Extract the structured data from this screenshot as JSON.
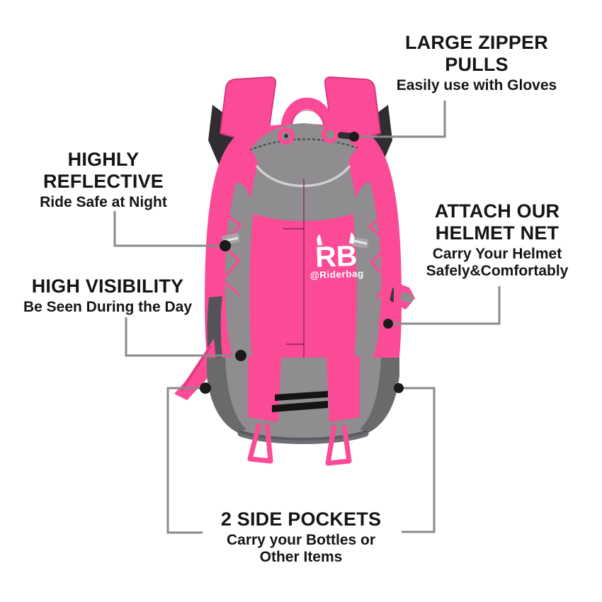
{
  "brand": {
    "initials": "RB",
    "handle": "@Riderbag"
  },
  "callouts": {
    "zipper": {
      "title": "LARGE ZIPPER PULLS",
      "subtitle": "Easily use with Gloves"
    },
    "reflective": {
      "title": "HIGHLY REFLECTIVE",
      "subtitle": "Ride Safe at Night"
    },
    "visibility": {
      "title": "HIGH VISIBILITY",
      "subtitle": "Be Seen During the Day"
    },
    "helmet": {
      "title": "ATTACH OUR HELMET NET",
      "subtitle": "Carry Your Helmet Safely&Comfortably"
    },
    "pockets": {
      "title": "2 SIDE POCKETS",
      "subtitle": "Carry your Bottles or Other Items"
    }
  },
  "colors": {
    "pink": "#fb4b97",
    "pink_dark": "#d63880",
    "pink_light": "#fd7ab5",
    "gray": "#8f8d8f",
    "gray_dark": "#6b696c",
    "gray_deep": "#55535a",
    "mesh": "#2f2d31",
    "piping": "#cfd0d2",
    "line": "#8a8a8a",
    "dot": "#1a1a1a",
    "text": "#151515",
    "bg": "#ffffff",
    "logo": "#ffffff",
    "stripe": "#141414"
  }
}
